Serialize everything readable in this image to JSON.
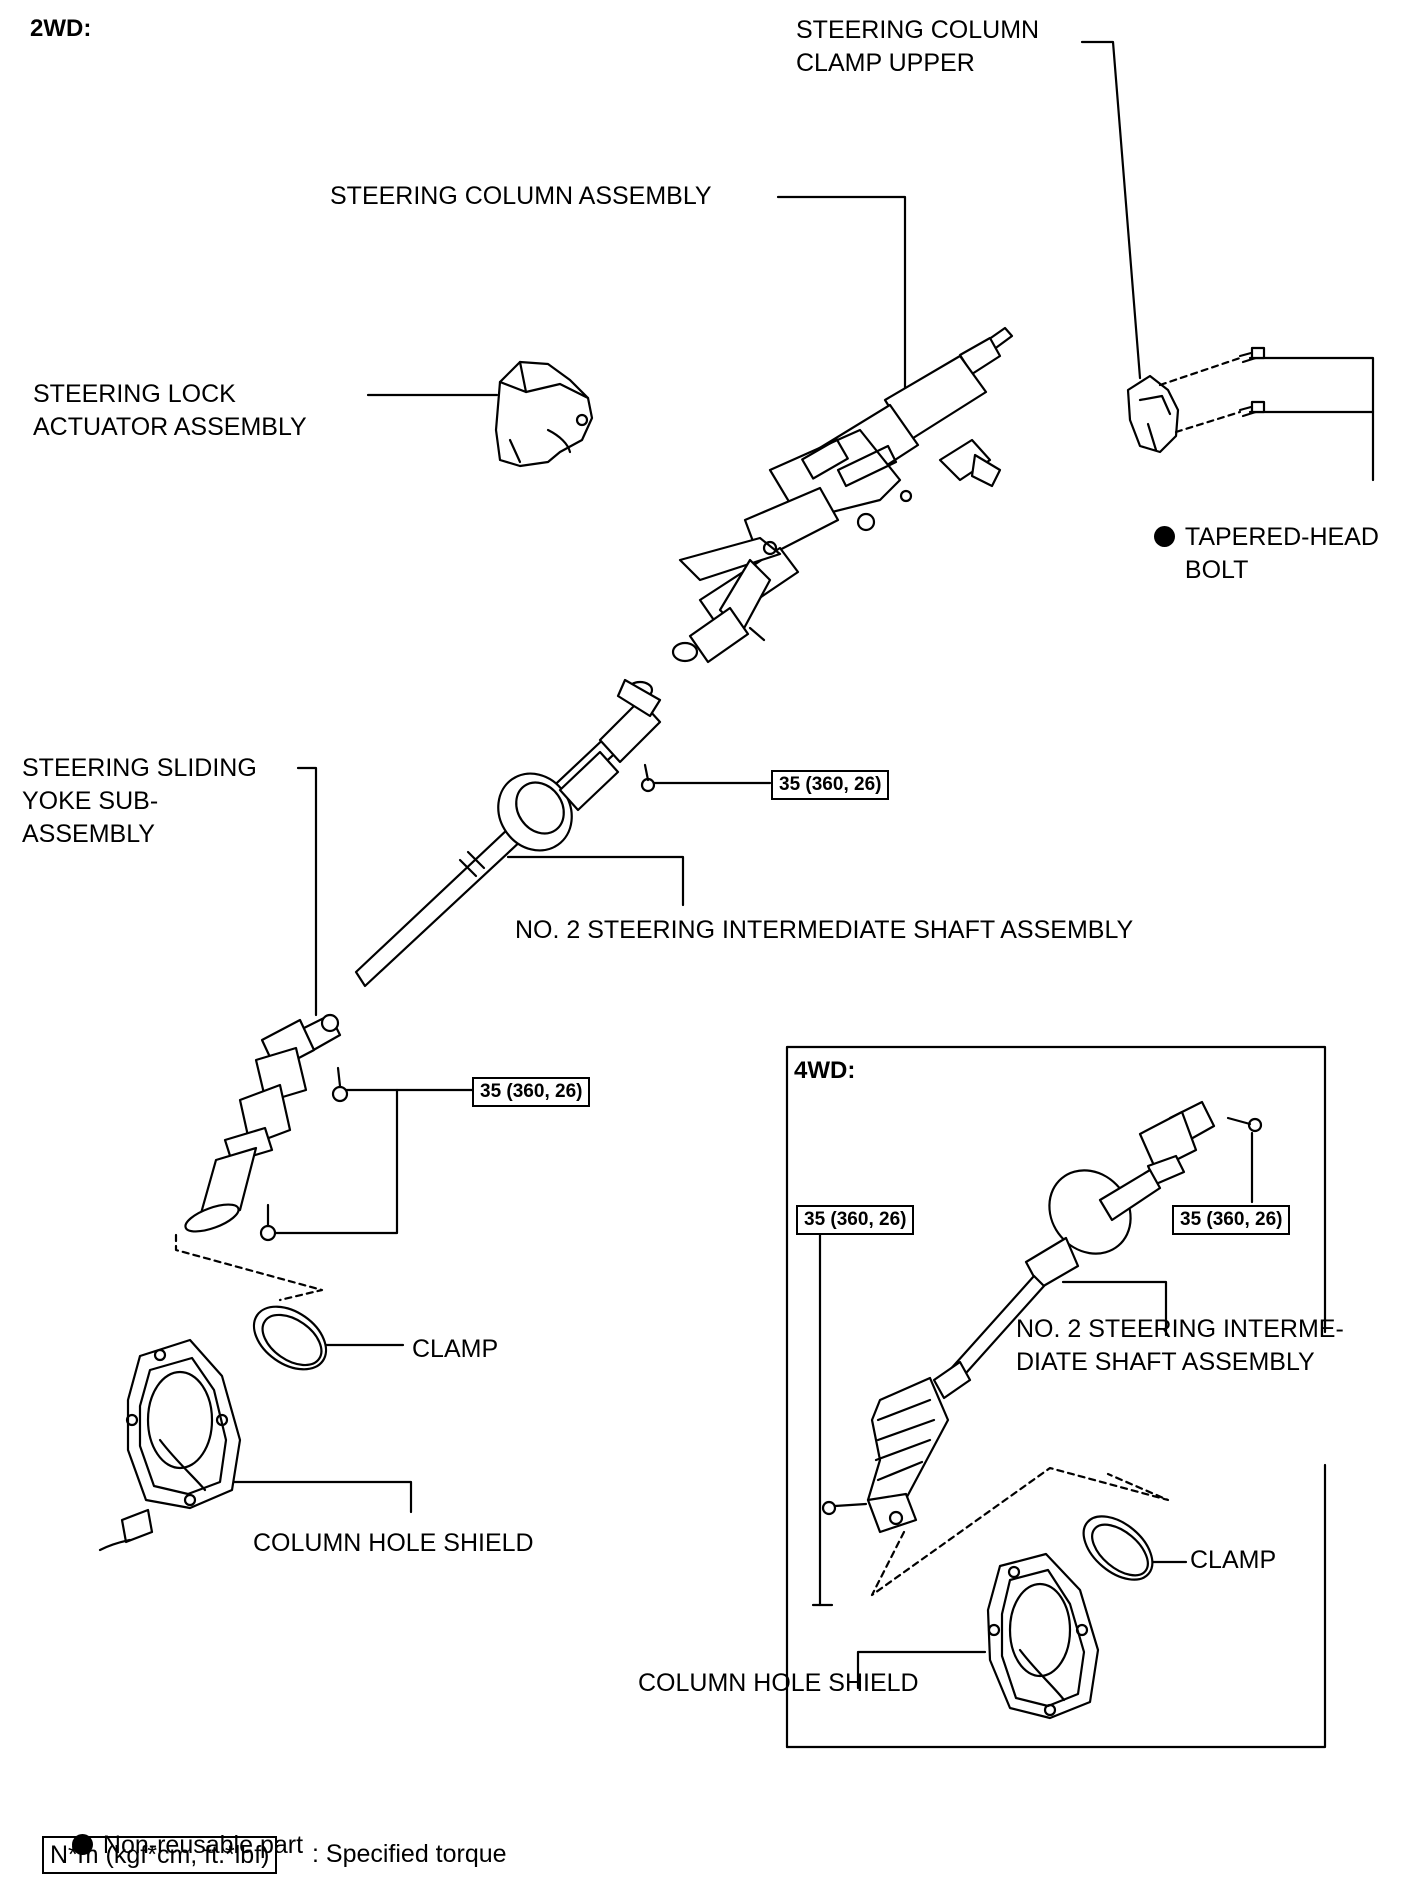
{
  "sections": {
    "two_wd": "2WD:",
    "four_wd": "4WD:"
  },
  "labels": {
    "clamp_upper": "STEERING COLUMN\nCLAMP UPPER",
    "column_assembly": "STEERING COLUMN ASSEMBLY",
    "lock_actuator": "STEERING LOCK\nACTUATOR ASSEMBLY",
    "tapered_bolt": "TAPERED-HEAD\nBOLT",
    "sliding_yoke": "STEERING SLIDING\nYOKE SUB-\nASSEMBLY",
    "intermediate_shaft_2wd": "NO. 2 STEERING INTERMEDIATE SHAFT ASSEMBLY",
    "clamp_2wd": "CLAMP",
    "hole_shield_2wd": "COLUMN HOLE SHIELD",
    "intermediate_shaft_4wd": "NO. 2 STEERING INTERME-\nDIATE SHAFT ASSEMBLY",
    "clamp_4wd": "CLAMP",
    "hole_shield_4wd": "COLUMN HOLE SHIELD"
  },
  "torque": {
    "t1": "35 (360, 26)",
    "t2": "35 (360, 26)",
    "t3": "35 (360, 26)",
    "t4": "35 (360, 26)"
  },
  "legend": {
    "non_reusable": "Non-reusable part",
    "torque_box": "N*m (kgf*cm, ft.*lbf)",
    "torque_desc": ": Specified torque"
  }
}
